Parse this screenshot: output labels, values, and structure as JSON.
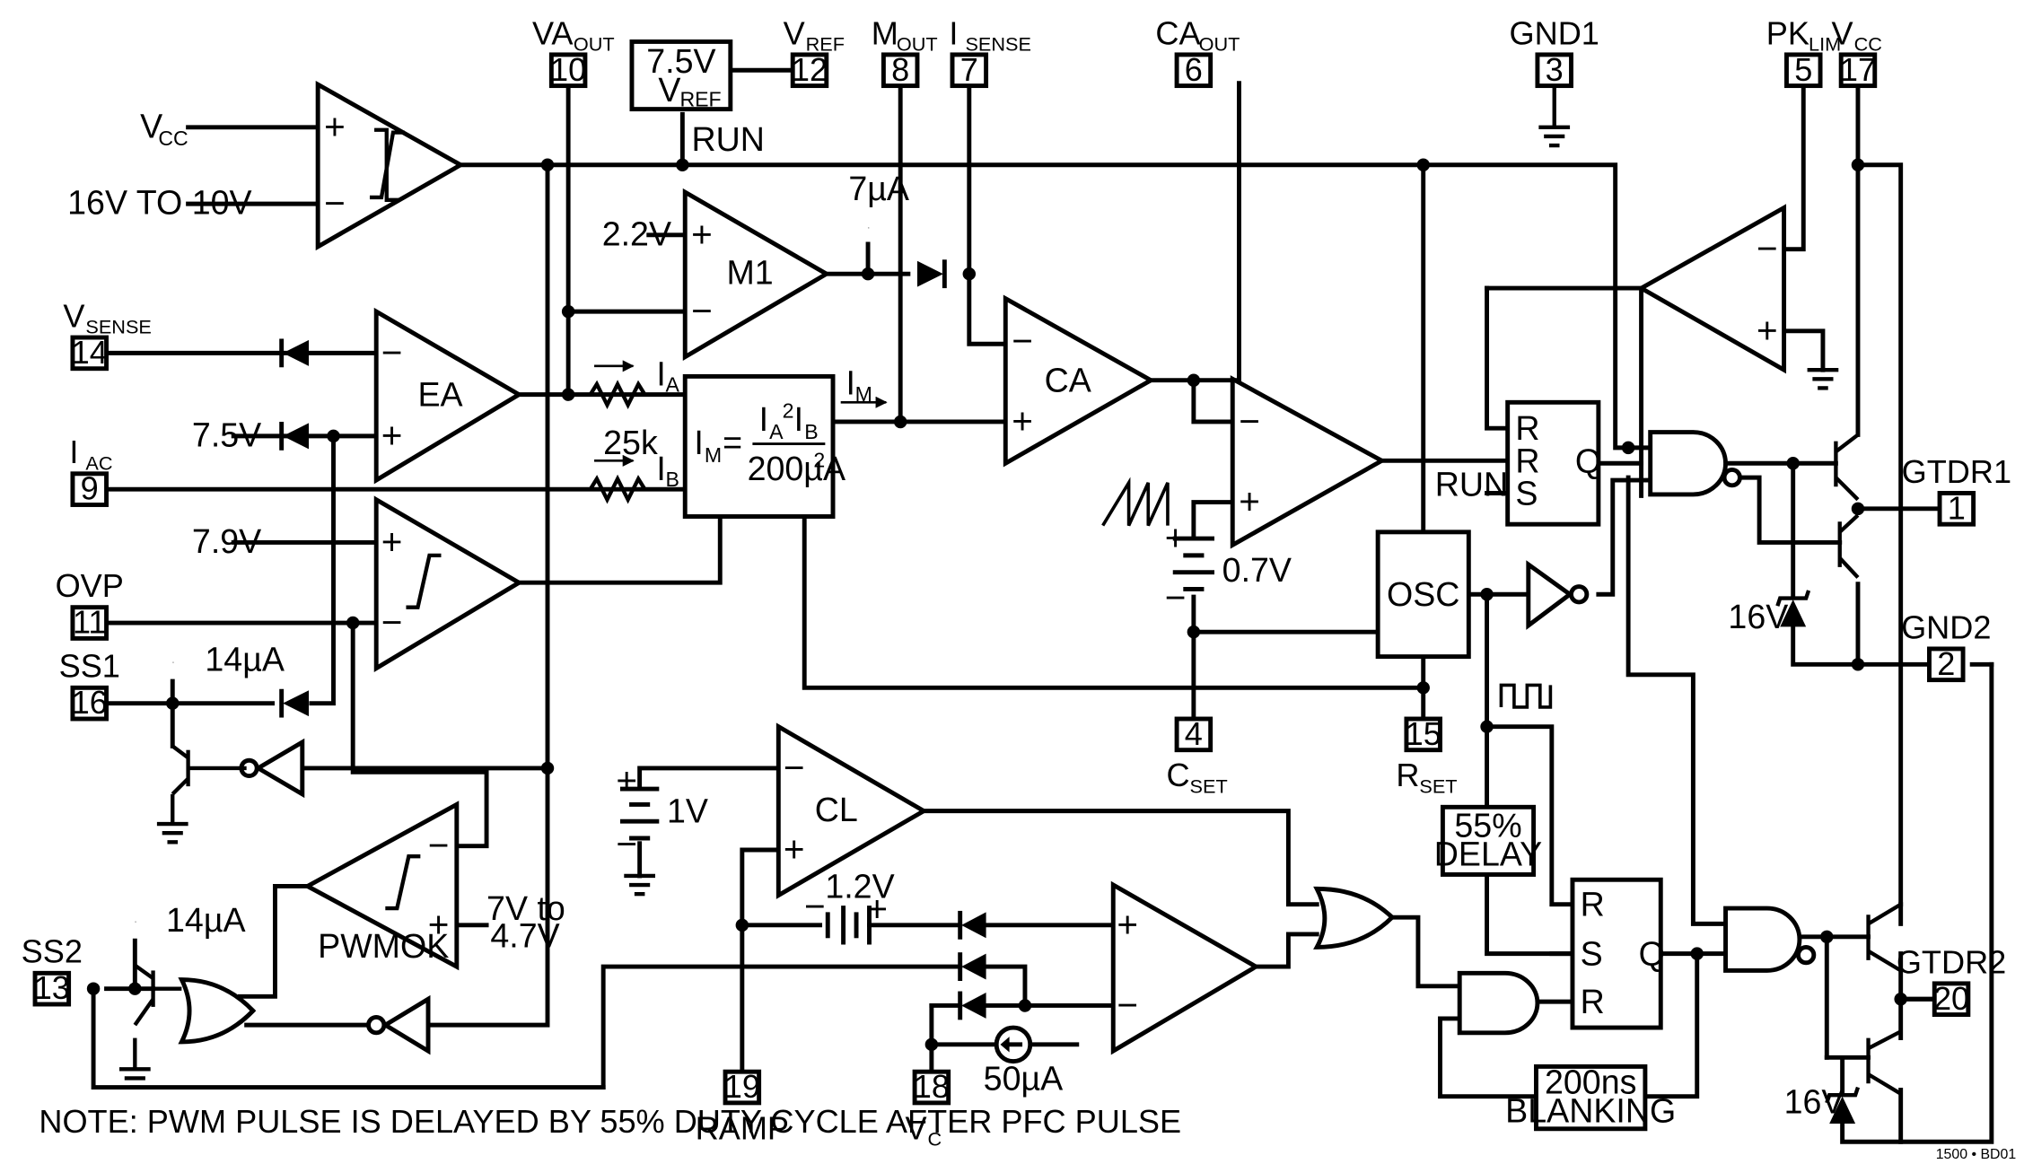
{
  "pins": [
    {
      "id": "vaout",
      "num": "10",
      "name": "VA",
      "sub": "OUT"
    },
    {
      "id": "vref",
      "num": "12",
      "name": "V",
      "sub": "REF"
    },
    {
      "id": "mout",
      "num": "8",
      "name": "M",
      "sub": "OUT"
    },
    {
      "id": "isense",
      "num": "7",
      "name": "I",
      "sub": "SENSE"
    },
    {
      "id": "caout",
      "num": "6",
      "name": "CA",
      "sub": "OUT"
    },
    {
      "id": "gnd1",
      "num": "3",
      "name": "GND1",
      "sub": ""
    },
    {
      "id": "pklim",
      "num": "5",
      "name": "PK",
      "sub": "LIM"
    },
    {
      "id": "vcc",
      "num": "17",
      "name": "V",
      "sub": "CC"
    },
    {
      "id": "vsense",
      "num": "14",
      "name": "V",
      "sub": "SENSE"
    },
    {
      "id": "iac",
      "num": "9",
      "name": "I",
      "sub": "AC"
    },
    {
      "id": "ovp",
      "num": "11",
      "name": "OVP",
      "sub": ""
    },
    {
      "id": "ss1",
      "num": "16",
      "name": "SS1",
      "sub": ""
    },
    {
      "id": "ss2",
      "num": "13",
      "name": "SS2",
      "sub": ""
    },
    {
      "id": "cset",
      "num": "4",
      "name": "C",
      "sub": "SET"
    },
    {
      "id": "rset",
      "num": "15",
      "name": "R",
      "sub": "SET"
    },
    {
      "id": "ramp",
      "num": "19",
      "name": "RAMP",
      "sub": ""
    },
    {
      "id": "vc",
      "num": "18",
      "name": "V",
      "sub": "C"
    },
    {
      "id": "gtdr1",
      "num": "1",
      "name": "GTDR1",
      "sub": ""
    },
    {
      "id": "gnd2",
      "num": "2",
      "name": "GND2",
      "sub": ""
    },
    {
      "id": "gtdr2",
      "num": "20",
      "name": "GTDR2",
      "sub": ""
    }
  ],
  "blocks": {
    "ea": "EA",
    "m1": "M1",
    "ca": "CA",
    "cl": "CL",
    "pwmok": "PWMOK",
    "osc": "OSC",
    "vref_line1": "7.5V",
    "vref_line2": "V",
    "vref_line2_sub": "REF",
    "delay_line1": "55%",
    "delay_line2": "DELAY",
    "blanking_line1": "200ns",
    "blanking_line2": "BLANKING",
    "multiplier_lhs": "I",
    "multiplier_lhs_sub": "M",
    "multiplier_eq": "=",
    "multiplier_num": "I",
    "multiplier_num_a": "A",
    "multiplier_num_exp": "2",
    "multiplier_num_b": "I",
    "multiplier_num_b_sub": "B",
    "multiplier_den": "200µA",
    "multiplier_den_exp": "2"
  },
  "labels": {
    "vcc_in_main": "V",
    "vcc_in_sub": "CC",
    "uvlo_threshold": "16V TO 10V",
    "run1": "RUN",
    "run2": "RUN",
    "v22": "2.2V",
    "i7ua": "7µA",
    "v75": "7.5V",
    "v79": "7.9V",
    "i14ua_1": "14µA",
    "i14ua_2": "14µA",
    "r25k": "25k",
    "ia_main": "I",
    "ia_sub": "A",
    "ib_main": "I",
    "ib_sub": "B",
    "im_main": "I",
    "im_sub": "M",
    "v07": "0.7V",
    "v1": "1V",
    "v12": "1.2V",
    "pwmok_thr_1": "7V to",
    "pwmok_thr_2": "4.7V",
    "i50ua": "50µA",
    "zener1": "16V",
    "zener2": "16V",
    "sr1_r1": "R",
    "sr1_r2": "R",
    "sr1_s": "S",
    "sr1_q": "Q",
    "sr2_r1": "R",
    "sr2_s": "S",
    "sr2_r2": "R",
    "sr2_q": "Q",
    "note": "NOTE: PWM PULSE IS DELAYED BY 55% DUTY CYCLE AFTER PFC PULSE",
    "drawing_id": "1500 • BD01"
  }
}
